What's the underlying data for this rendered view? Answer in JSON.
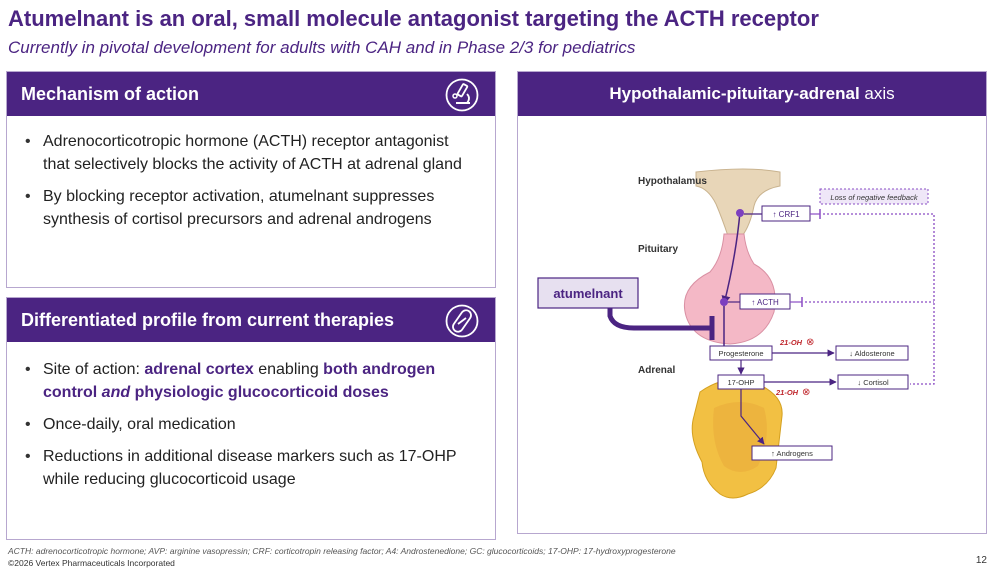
{
  "title": "Atumelnant is an oral, small molecule antagonist targeting the ACTH receptor",
  "subtitle": "Currently in pivotal development for adults with CAH and in Phase 2/3 for pediatrics",
  "mechanism": {
    "header": "Mechanism of action",
    "icon": "microscope-icon",
    "bullets": [
      "Adrenocorticotropic hormone (ACTH) receptor antagonist that selectively blocks the activity of ACTH at adrenal gland",
      "By blocking receptor activation, atumelnant suppresses synthesis of cortisol precursors and adrenal androgens"
    ]
  },
  "differentiated": {
    "header": "Differentiated profile from current therapies",
    "icon": "pill-icon",
    "b1_pre": "Site of action: ",
    "b1_hl1": "adrenal cortex",
    "b1_mid": " enabling ",
    "b1_hl2": "both androgen control ",
    "b1_hl3": "and",
    "b1_hl4": " physiologic glucocorticoid doses",
    "b2": "Once-daily, oral medication",
    "b3": "Reductions in additional disease markers such as 17-OHP while reducing glucocorticoid usage"
  },
  "axis": {
    "header_main": "Hypothalamic-pituitary-adrenal ",
    "header_tail": "axis",
    "labels": {
      "hypothalamus": "Hypothalamus",
      "pituitary": "Pituitary",
      "adrenal": "Adrenal",
      "drug": "atumelnant",
      "feedback": "Loss of negative feedback",
      "crf1": "↑ CRF1",
      "acth": "↑ ACTH",
      "progesterone": "Progesterone",
      "ohp": "17-OHP",
      "aldosterone": "↓ Aldosterone",
      "cortisol": "↓ Cortisol",
      "androgens": "↑ Androgens",
      "ohd1": "21-OH",
      "ohd2": "21-OH",
      "block_mark": "⊗"
    },
    "colors": {
      "purple": "#4b2482",
      "dot": "#7c3fbf",
      "dotted": "#8a4cc4",
      "pituitary": "#f4b8c6",
      "hypothalamus": "#e8d6b8",
      "adrenal": "#f2c043",
      "enzyme_red": "#c0272d",
      "drug_box": "#e7e0f0"
    }
  },
  "footnote": "ACTH: adrenocorticotropic hormone; AVP: arginine vasopressin; CRF: corticotropin releasing factor; A4: Androstenedione; GC: glucocorticoids; 17-OHP: 17-hydroxyprogesterone",
  "copyright": "©2026 Vertex Pharmaceuticals Incorporated",
  "page_number": "12"
}
